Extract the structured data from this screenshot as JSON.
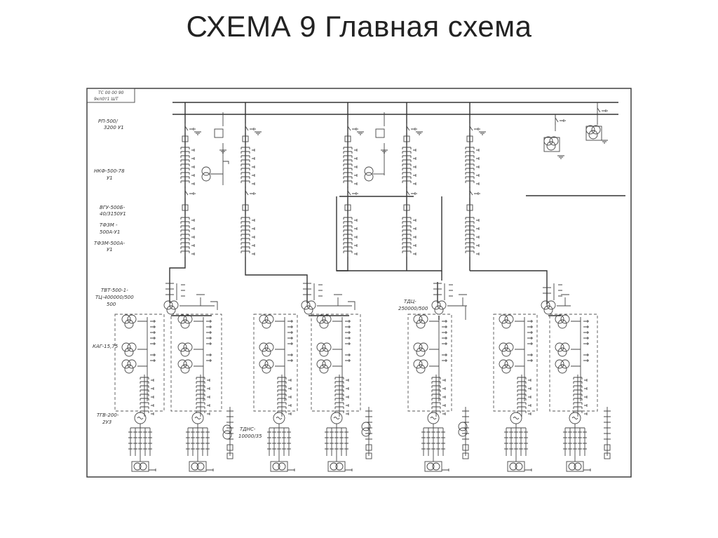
{
  "slide": {
    "title": "СХЕМА 9 Главная схема"
  },
  "stamp": {
    "line1": "ТС 00 00 90",
    "line2": "9кп0т1 ШТ"
  },
  "labels": {
    "rp_1": "РП-500/",
    "rp_2": "3200 У1",
    "nkf_1": "НКФ-500-78",
    "nkf_2": "У1",
    "vgu_1": "ВГУ-500Б-",
    "vgu_2": "40/3150У1",
    "tfzm1_1": "ТФЗМ -",
    "tfzm1_2": "500А-У1",
    "tfzm2_1": "ТФЗМ-500А-",
    "tfzm2_2": "У1",
    "tvt_1": "ТВТ-500-1-",
    "tvt_2": "ТЦ-400000/500",
    "tvt_3": "500",
    "tdc_1": "ТДЦ-",
    "tdc_2": "250000/500",
    "kag": "КАГ-15,75",
    "tgv_1": "ТГВ-200-",
    "tgv_2": "2У3",
    "tdns_1": "ТДНС-",
    "tdns_2": "10000/35"
  }
}
